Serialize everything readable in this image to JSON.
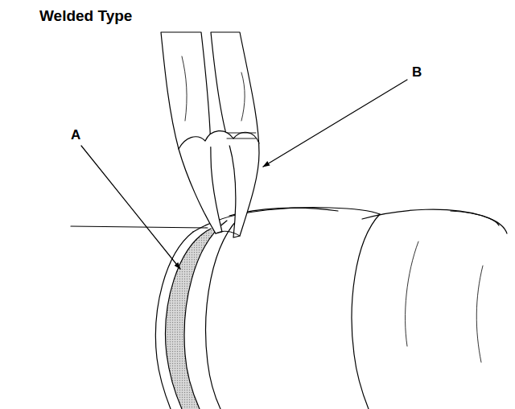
{
  "diagram": {
    "title": "Welded Type",
    "labels": [
      "A",
      "B"
    ]
  }
}
